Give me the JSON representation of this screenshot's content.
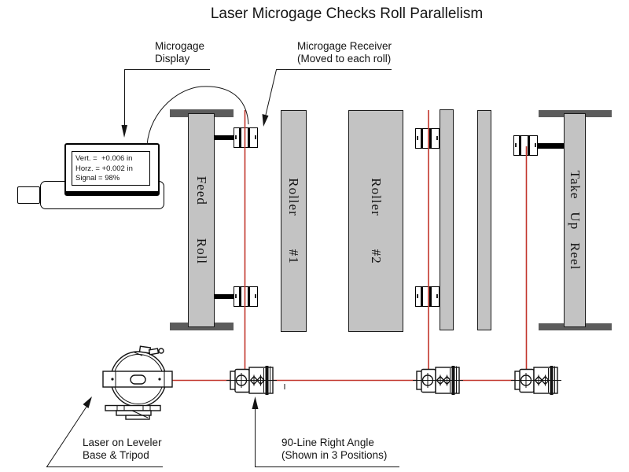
{
  "title": "Laser Microgage Checks Roll Parallelism",
  "callouts": {
    "display": {
      "line1": "Microgage",
      "line2": "Display"
    },
    "receiver": {
      "line1": "Microgage Receiver",
      "line2": "(Moved to each roll)"
    },
    "laser": {
      "line1": "Laser on Leveler",
      "line2": "Base & Tripod"
    },
    "right_angle": {
      "line1": "90-Line Right Angle",
      "line2": "(Shown in 3 Positions)"
    }
  },
  "display_readout": {
    "vert": "Vert. =  +0.006 in",
    "horz": "Horz. = +0.002 in",
    "signal": "Signal = 98%"
  },
  "rolls": {
    "feed": {
      "word1": "Feed",
      "word2": "Roll"
    },
    "roller1": {
      "word1": "Roller",
      "word2": "#1"
    },
    "roller2": {
      "word1": "Roller",
      "word2": "#2"
    },
    "takeup": {
      "word1": "Take",
      "word2": "Up",
      "word3": "Reel"
    }
  },
  "colors": {
    "roll_fill": "#c3c3c3",
    "cap_fill": "#5c5c5c",
    "laser_red": "#c2352b",
    "ink": "#141414"
  }
}
